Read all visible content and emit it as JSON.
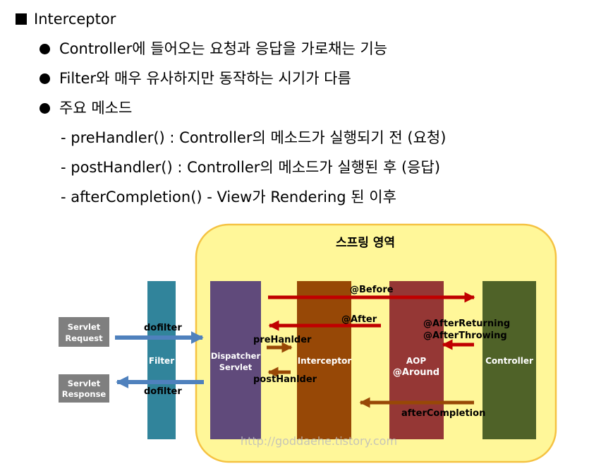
{
  "heading": "Interceptor",
  "bullets": [
    "Controller에 들어오는 요청과 응답을 가로채는 기능",
    "Filter와 매우 유사하지만 동작하는 시기가 다름",
    "주요 메소드"
  ],
  "sub_items": [
    "- preHandler() : Controller의 메소드가 실행되기 전 (요청)",
    "- postHandler() : Controller의 메소드가 실행된 후 (응답)",
    "- afterCompletion() - View가 Rendering 된 이후"
  ],
  "diagram": {
    "region_title": "스프링 영역",
    "servlet_request": [
      "Servlet",
      "Request"
    ],
    "servlet_response": [
      "Servlet",
      "Response"
    ],
    "filter": "Filter",
    "dispatcher": [
      "Dispatcher",
      "Servlet"
    ],
    "interceptor": "Interceptor",
    "aop": [
      "AOP",
      "@Around"
    ],
    "controller": "Controller",
    "dofilter_top": "dofilter",
    "dofilter_bottom": "dofilter",
    "prehandler": "preHanlder",
    "posthandler": "postHanlder",
    "before": "@Before",
    "after": "@After",
    "after_returning": "@AfterReturning",
    "after_throwing": "@AfterThrowing",
    "after_completion": "afterCompletion",
    "watermark": "http://goddaehe.tistory.com",
    "colors": {
      "region_fill": "#fff799",
      "region_border": "#f5c242",
      "servlet_box": "#7f7f7f",
      "filter": "#31849b",
      "dispatcher": "#604a7b",
      "interceptor": "#974806",
      "aop": "#953735",
      "controller": "#4f6228",
      "arrow_blue": "#4f81bd",
      "arrow_red": "#c00000",
      "arrow_brown": "#984806"
    }
  }
}
